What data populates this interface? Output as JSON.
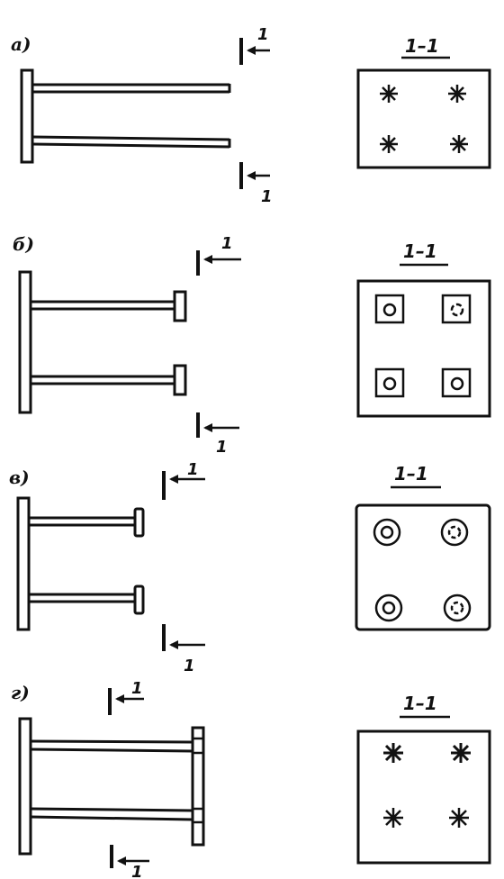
{
  "figure": {
    "panels": [
      {
        "id": "a",
        "label": "а)",
        "section_title": "1–1",
        "cut_mark": "1",
        "rod_end": "plain",
        "plate_marks": "star"
      },
      {
        "id": "b",
        "label": "б)",
        "section_title": "1–1",
        "cut_mark": "1",
        "rod_end": "square-plate",
        "plate_marks": "square-with-circle"
      },
      {
        "id": "v",
        "label": "в)",
        "section_title": "1–1",
        "cut_mark": "1",
        "rod_end": "round-plate",
        "plate_marks": "circle-with-circle"
      },
      {
        "id": "g",
        "label": "г)",
        "section_title": "1–1",
        "cut_mark": "1",
        "rod_end": "both-ends-plate",
        "plate_marks": "star"
      }
    ]
  },
  "colors": {
    "ink": "#111111",
    "paper": "#ffffff"
  }
}
